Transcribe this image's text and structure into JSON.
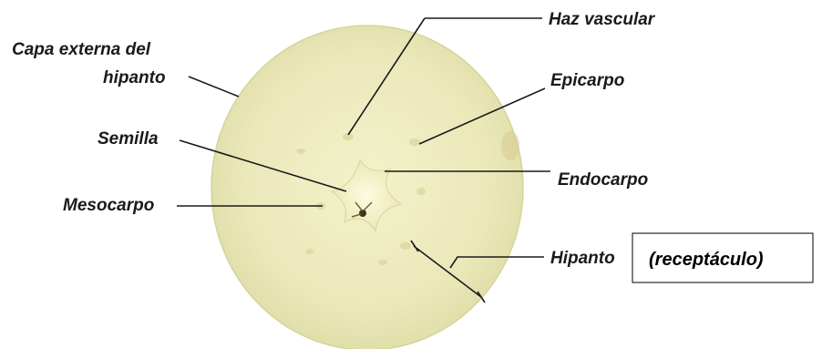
{
  "labels": {
    "haz_vascular": "Haz vascular",
    "capa_line1": "Capa externa del",
    "capa_line2": "hipanto",
    "epicarpo": "Epicarpo",
    "semilla": "Semilla",
    "endocarpo": "Endocarpo",
    "mesocarpo": "Mesocarpo",
    "hipanto": "Hipanto",
    "receptaculo": "(receptáculo)"
  },
  "colors": {
    "flesh": "#ecebbd",
    "flesh_edge": "#dcdba5",
    "core": "#f6f4c8",
    "text": "#1a1a1a"
  }
}
